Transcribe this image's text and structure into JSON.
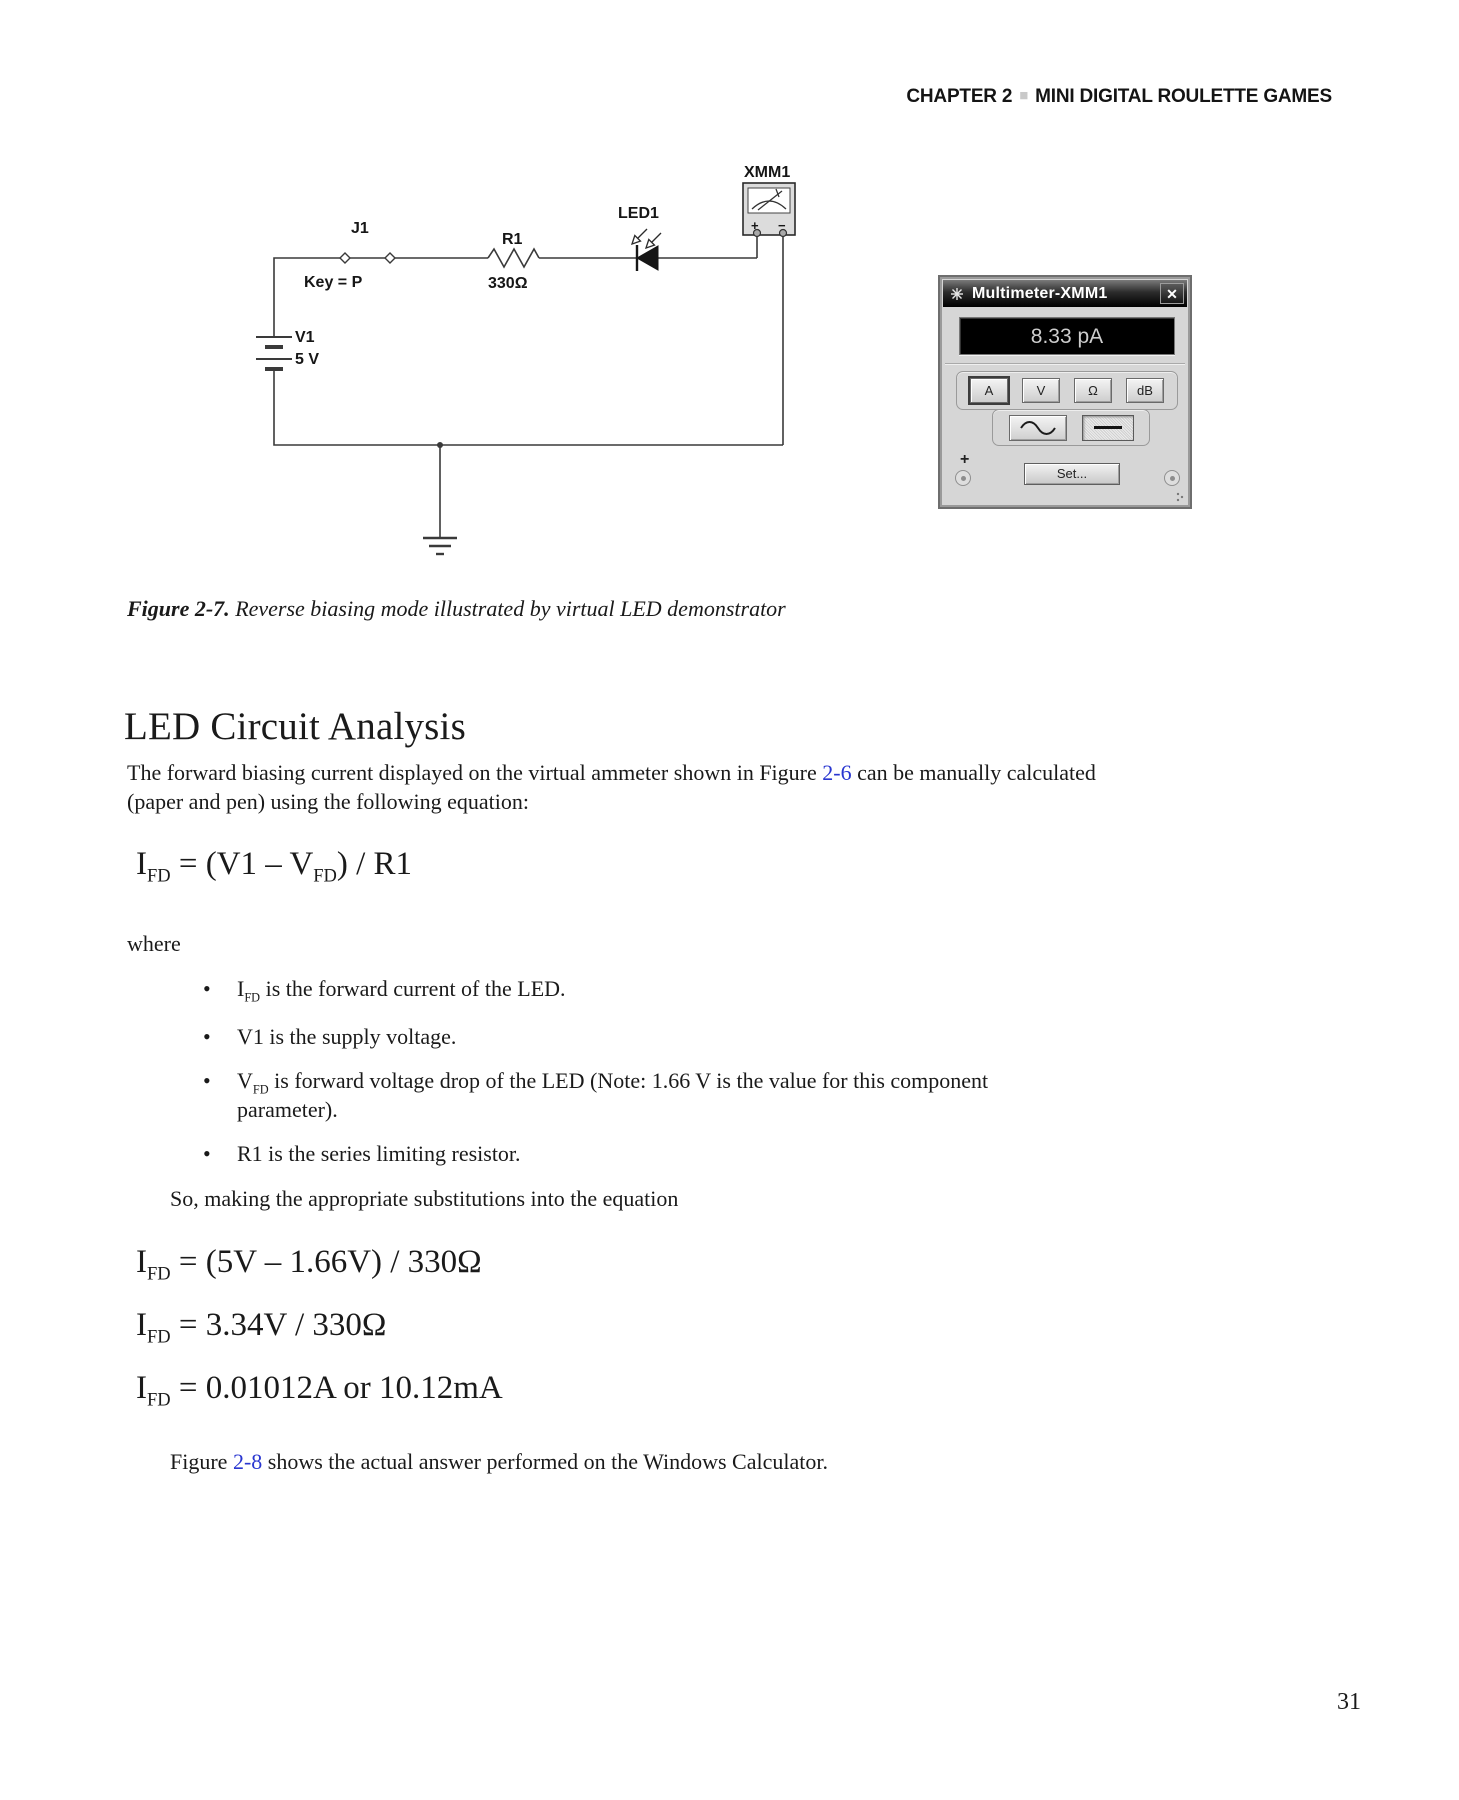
{
  "header": {
    "chapter": "CHAPTER 2",
    "separator": "■",
    "book": "MINI DIGITAL ROULETTE GAMES"
  },
  "circuit": {
    "j1": "J1",
    "key": "Key = P",
    "r1": "R1",
    "r1_value": "330Ω",
    "led1": "LED1",
    "xmm1": "XMM1",
    "v1": "V1",
    "v1_value": "5 V",
    "meter_plus": "+",
    "meter_minus": "−"
  },
  "multimeter": {
    "title": "Multimeter-XMM1",
    "close": "✕",
    "reading": "8.33 pA",
    "mode_buttons": [
      "A",
      "V",
      "Ω",
      "dB"
    ],
    "set_button": "Set...",
    "plus": "+"
  },
  "caption": {
    "label": "Figure 2-7.",
    "text": " Reverse biasing mode illustrated by virtual LED demonstrator"
  },
  "section": {
    "heading": "LED Circuit Analysis",
    "para_line1_pre": "The forward biasing current displayed on the virtual ammeter shown in Figure ",
    "para_link": "2-6",
    "para_line1_post": " can be manually calculated",
    "para_line2": "(paper and pen) using the following equation:",
    "where": "where",
    "so_line": "So, making the appropriate substitutions into the equation",
    "figref_pre": "Figure ",
    "figref_link": "2-8",
    "figref_post": " shows the actual answer performed on the Windows Calculator."
  },
  "equations": {
    "eq1": {
      "sym": "I",
      "sub": "FD",
      "mid": " = (V1 – V",
      "sub2": "FD",
      "end": ") / R1"
    },
    "eq2": {
      "sym": "I",
      "sub": "FD",
      "rest": " = (5V – 1.66V) / 330Ω"
    },
    "eq3": {
      "sym": "I",
      "sub": "FD",
      "rest": " = 3.34V / 330Ω"
    },
    "eq4": {
      "sym": "I",
      "sub": "FD",
      "rest": " = 0.01012A or 10.12mA"
    }
  },
  "bullets": [
    {
      "sym": "I",
      "sub": "FD",
      "text": " is the forward current of the LED."
    },
    {
      "text": "V1 is the supply voltage."
    },
    {
      "sym": "V",
      "sub": "FD",
      "text": " is forward voltage drop of the LED (Note: 1.66 V is the value for this component",
      "text2": "parameter)."
    },
    {
      "text": "R1 is the series limiting resistor."
    }
  ],
  "glyphs": {
    "bullet": "•"
  },
  "page_number": "31"
}
